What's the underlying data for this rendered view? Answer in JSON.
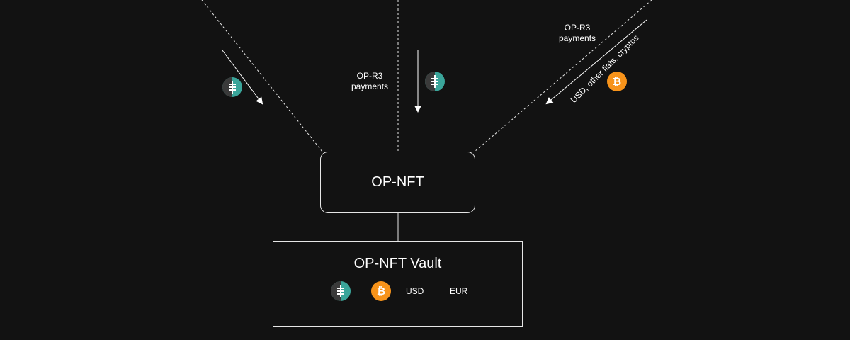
{
  "nodes": {
    "nft": "OP-NFT",
    "vault": "OP-NFT Vault"
  },
  "labels": {
    "center_payments": "OP-R3\npayments",
    "right_payments": "OP-R3\npayments",
    "right_currencies": "USD, other fiats, cryptos"
  },
  "vault_assets": {
    "usd": "USD",
    "eur": "EUR"
  },
  "icons": {
    "stable_coin": "op-r3-coin-icon",
    "bitcoin": "bitcoin-icon"
  },
  "colors": {
    "background": "#121212",
    "line": "#e6e6e6",
    "teal": "#3aa59a",
    "bitcoin_orange": "#f7931a"
  }
}
